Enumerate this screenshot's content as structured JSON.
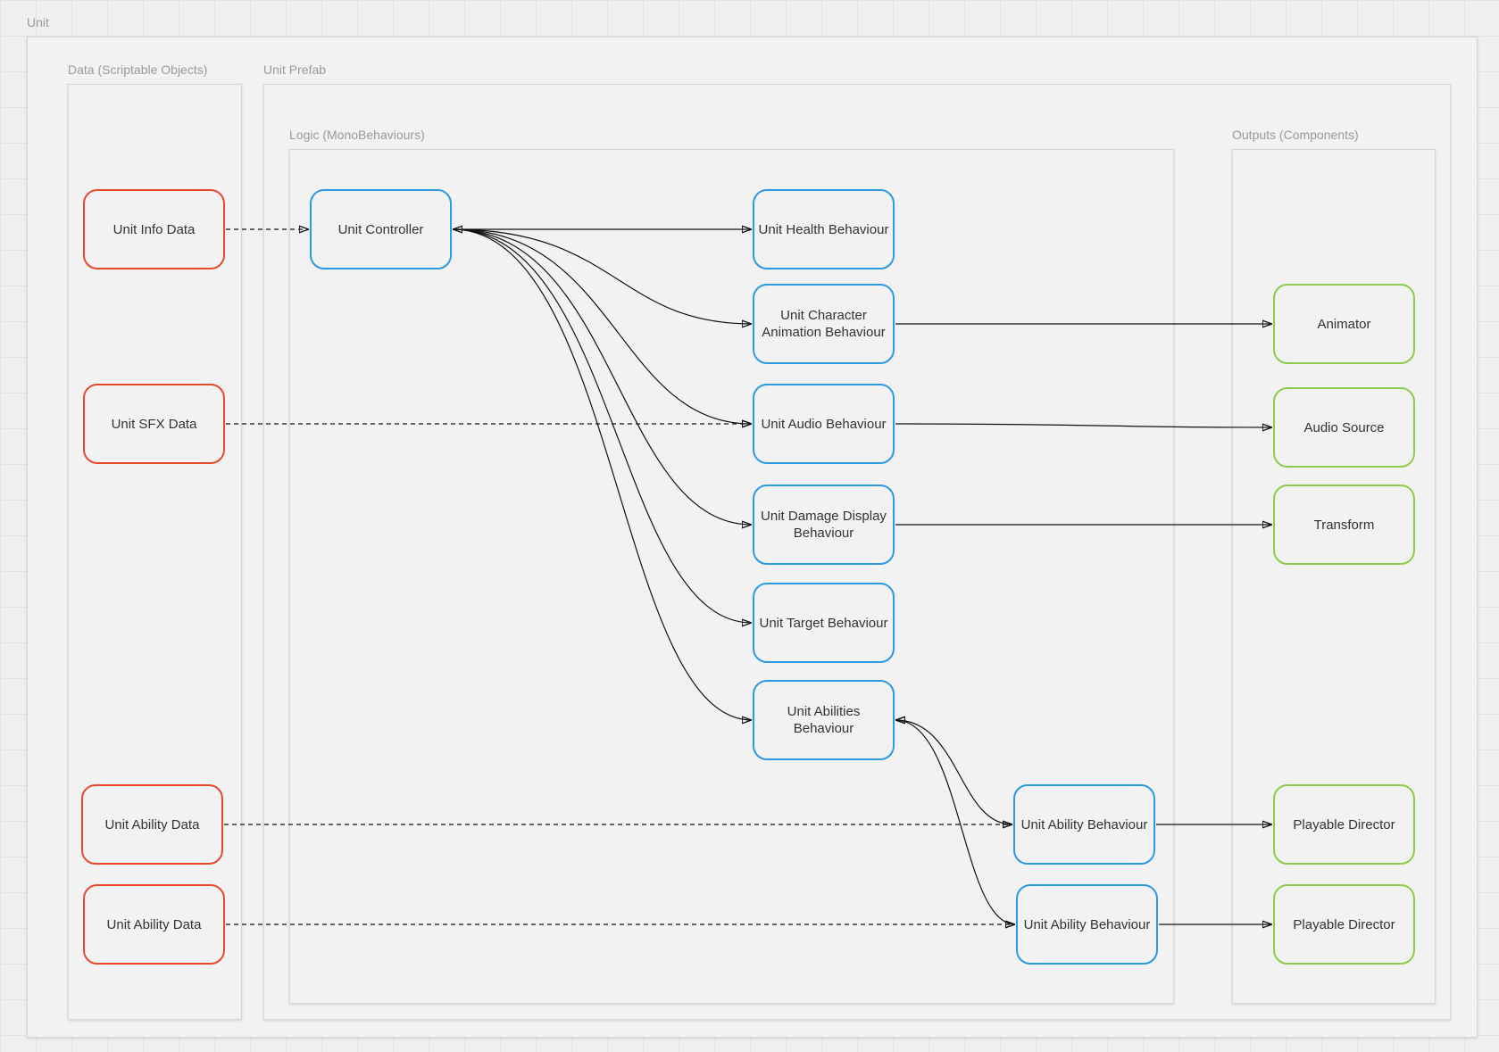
{
  "frames": {
    "unit": "Unit",
    "data": "Data (Scriptable Objects)",
    "prefab": "Unit Prefab",
    "logic": "Logic (MonoBehaviours)",
    "outputs": "Outputs (Components)"
  },
  "colors": {
    "data_border": "#e64a2e",
    "logic_border": "#2b9ae3",
    "output_border": "#8ccc4a"
  },
  "nodes": {
    "unit_info_data": "Unit Info Data",
    "unit_sfx_data": "Unit SFX Data",
    "unit_ability_data_1": "Unit Ability Data",
    "unit_ability_data_2": "Unit Ability Data",
    "unit_controller": "Unit Controller",
    "unit_health_behaviour": "Unit Health Behaviour",
    "unit_character_animation_behaviour": "Unit Character Animation Behaviour",
    "unit_audio_behaviour": "Unit Audio Behaviour",
    "unit_damage_display_behaviour": "Unit Damage Display Behaviour",
    "unit_target_behaviour": "Unit Target Behaviour",
    "unit_abilities_behaviour": "Unit Abilities Behaviour",
    "unit_ability_behaviour_1": "Unit Ability Behaviour",
    "unit_ability_behaviour_2": "Unit Ability Behaviour",
    "animator": "Animator",
    "audio_source": "Audio Source",
    "transform": "Transform",
    "playable_director_1": "Playable Director",
    "playable_director_2": "Playable Director"
  },
  "edges": [
    {
      "from": "unit_info_data",
      "to": "unit_controller",
      "style": "dashed"
    },
    {
      "from": "unit_sfx_data",
      "to": "unit_audio_behaviour",
      "style": "dashed"
    },
    {
      "from": "unit_ability_data_1",
      "to": "unit_ability_behaviour_1",
      "style": "dashed"
    },
    {
      "from": "unit_ability_data_2",
      "to": "unit_ability_behaviour_2",
      "style": "dashed"
    },
    {
      "from": "unit_controller",
      "to": "unit_health_behaviour",
      "style": "solid",
      "bidirectional": true
    },
    {
      "from": "unit_controller",
      "to": "unit_character_animation_behaviour",
      "style": "solid"
    },
    {
      "from": "unit_controller",
      "to": "unit_audio_behaviour",
      "style": "solid"
    },
    {
      "from": "unit_controller",
      "to": "unit_damage_display_behaviour",
      "style": "solid"
    },
    {
      "from": "unit_controller",
      "to": "unit_target_behaviour",
      "style": "solid"
    },
    {
      "from": "unit_controller",
      "to": "unit_abilities_behaviour",
      "style": "solid"
    },
    {
      "from": "unit_abilities_behaviour",
      "to": "unit_ability_behaviour_1",
      "style": "solid",
      "bidirectional": true
    },
    {
      "from": "unit_abilities_behaviour",
      "to": "unit_ability_behaviour_2",
      "style": "solid",
      "bidirectional": true
    },
    {
      "from": "unit_character_animation_behaviour",
      "to": "animator",
      "style": "solid"
    },
    {
      "from": "unit_audio_behaviour",
      "to": "audio_source",
      "style": "solid"
    },
    {
      "from": "unit_damage_display_behaviour",
      "to": "transform",
      "style": "solid"
    },
    {
      "from": "unit_ability_behaviour_1",
      "to": "playable_director_1",
      "style": "solid"
    },
    {
      "from": "unit_ability_behaviour_2",
      "to": "playable_director_2",
      "style": "solid"
    }
  ]
}
